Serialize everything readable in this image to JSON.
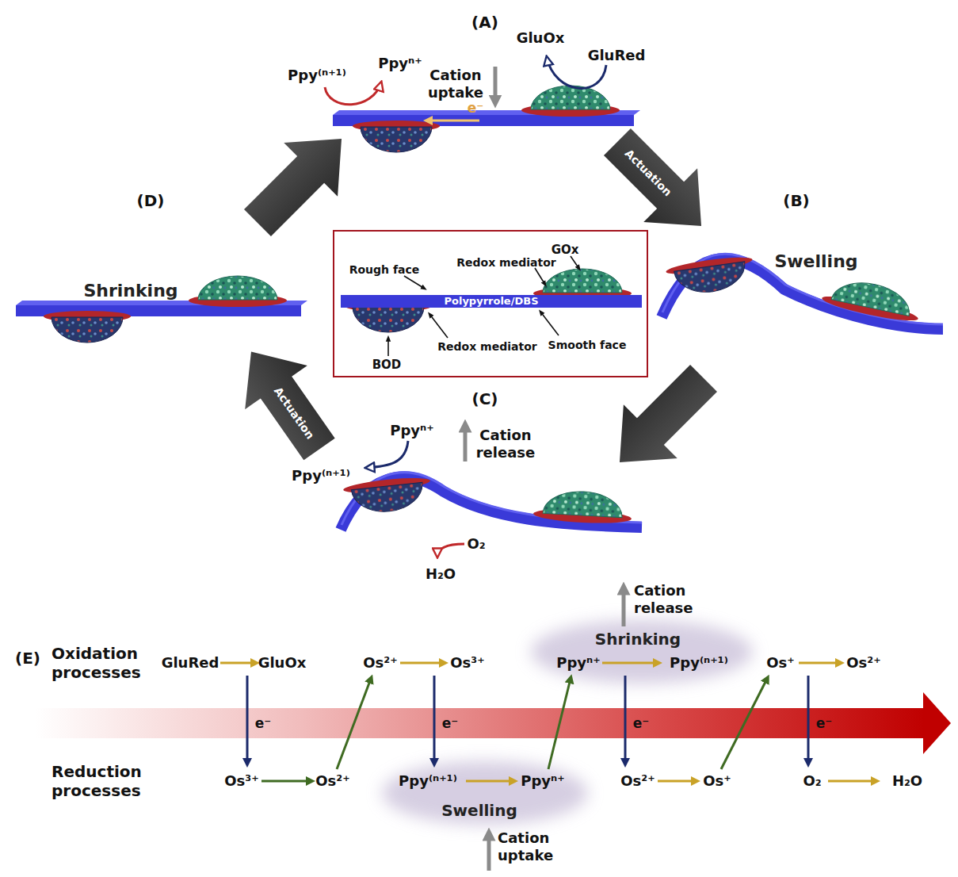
{
  "diagram": {
    "nodes": [
      {
        "text": [
          "GOx",
          "Rough face",
          "Redox mediator",
          "Smooth face",
          "Redox mediator",
          "BOD"
        ]
      },
      {
        "text": [
          "Polypyrrole/DBS"
        ],
        "in": 0
      }
    ],
    "labels": [
      "(A)",
      "GluOx",
      "GluRed",
      "Ppy⁽ⁿ⁺¹⁾",
      "Ppyⁿ⁺",
      "Cation uptake",
      "e⁻",
      "(D)",
      "(B)",
      "Actuation",
      "Shrinking",
      "Swelling",
      "(C)",
      "Actuation",
      "Ppyⁿ⁺",
      "Cation release",
      "Ppy⁽ⁿ⁺¹⁾",
      "O₂",
      "H₂O",
      "(E)",
      "Oxidation processes",
      "Reduction processes",
      "GluRed",
      "GluOx",
      "Os²⁺",
      "Os³⁺",
      "Cation release",
      "Shrinking",
      "Ppyⁿ⁺",
      "Ppy⁽ⁿ⁺¹⁾",
      "Os⁺",
      "Os²⁺",
      "e⁻",
      "e⁻",
      "e⁻",
      "e⁻",
      "Os³⁺",
      "Os²⁺",
      "Ppy⁽ⁿ⁺¹⁾",
      "Ppyⁿ⁺",
      "Swelling",
      "Cation uptake",
      "Os²⁺",
      "Os⁺",
      "O₂",
      "H₂O"
    ]
  }
}
